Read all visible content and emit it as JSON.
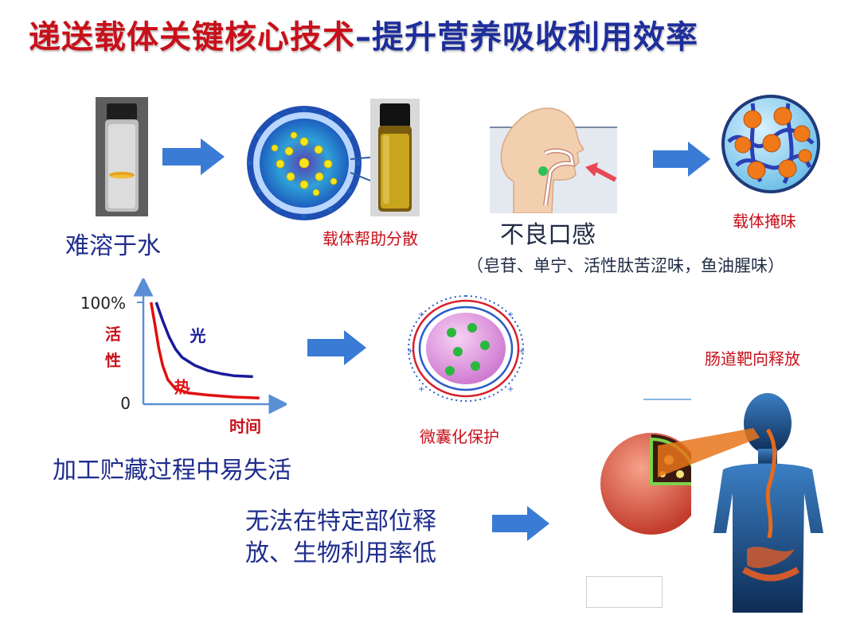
{
  "title": {
    "part1": "递送载体关键核心技术",
    "dash": "–",
    "part2": "提升营养吸收利用效率"
  },
  "row1": {
    "insoluble_label": "难溶于水",
    "carrier_disperse_label": "载体帮助分散",
    "bad_taste_label": "不良口感",
    "bad_taste_note": "（皂苷、单宁、活性肽苦涩味，鱼油腥味）",
    "taste_mask_label": "载体掩味"
  },
  "row2": {
    "chart_note": "加工贮藏过程中易失活",
    "micro_label": "微囊化保护",
    "target_label": "肠道靶向释放"
  },
  "row3": {
    "release_text_line1": "无法在特定部位释",
    "release_text_line2": "放、生物利用率低"
  },
  "chart_data": {
    "type": "line",
    "title": "",
    "xlabel": "时间",
    "ylabel": "活性",
    "y_ticks": [
      "0",
      "100%"
    ],
    "ylim": [
      0,
      100
    ],
    "xlim": [
      0,
      10
    ],
    "grid": false,
    "series": [
      {
        "name": "光",
        "color": "#1a1a9c",
        "x": [
          1.0,
          1.5,
          2.0,
          2.5,
          3.0,
          4.0,
          5.0,
          6.0,
          7.0,
          8.5
        ],
        "y": [
          100,
          82,
          66,
          54,
          46,
          38,
          33,
          30,
          28,
          27
        ]
      },
      {
        "name": "热",
        "color": "#e01010",
        "x": [
          0.6,
          0.9,
          1.2,
          1.5,
          1.9,
          2.5,
          3.5,
          5.0,
          7.0,
          9.0
        ],
        "y": [
          100,
          78,
          55,
          38,
          24,
          15,
          11,
          9,
          7,
          6
        ]
      }
    ]
  },
  "colors": {
    "title_red": "#c8101a",
    "title_blue": "#1e2e9c",
    "arrow_blue": "#3a7bd5",
    "label_red": "#c8101a",
    "label_blue": "#1f2d8c"
  }
}
